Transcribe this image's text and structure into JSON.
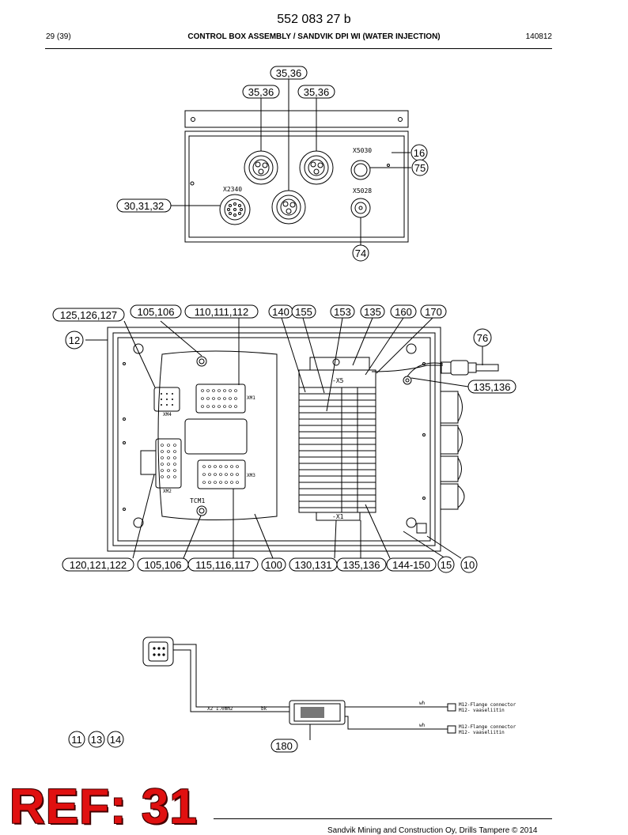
{
  "header": {
    "doc_number": "552 083 27 b",
    "page": "29 (39)",
    "title": "CONTROL BOX ASSEMBLY / SANDVIK DPI WI (WATER INJECTION)",
    "date": "140812"
  },
  "footer": {
    "ref": "REF: 31",
    "copyright": "Sandvik Mining and Construction Oy, Drills Tampere © 2014"
  },
  "diagram": {
    "top_view": {
      "callouts": [
        "35,36",
        "35,36",
        "35,36",
        "16",
        "75",
        "30,31,32",
        "74"
      ],
      "connector_labels": [
        "X5030",
        "X2340",
        "X5028"
      ]
    },
    "middle_view": {
      "callouts_top": [
        "125,126,127",
        "105,106",
        "110,111,112",
        "140",
        "155",
        "153",
        "135",
        "160",
        "170"
      ],
      "callouts_side": [
        "12",
        "76",
        "135,136"
      ],
      "callouts_bottom": [
        "120,121,122",
        "105,106",
        "115,116,117",
        "100",
        "130,131",
        "135,136",
        "144-150",
        "15",
        "10"
      ],
      "board_labels": [
        "TCM1",
        "XM4",
        "XM1",
        "XM2",
        "XM3"
      ],
      "terminal_labels": [
        "-X5",
        "-X1"
      ]
    },
    "bottom_view": {
      "callouts": [
        "11",
        "13",
        "14",
        "180"
      ],
      "wire_labels": [
        "X2 1.0mm2",
        "bk",
        "wh",
        "wh"
      ],
      "terminal_texts": [
        "M12-Flange connector",
        "M12- vaaseliitin"
      ]
    }
  }
}
